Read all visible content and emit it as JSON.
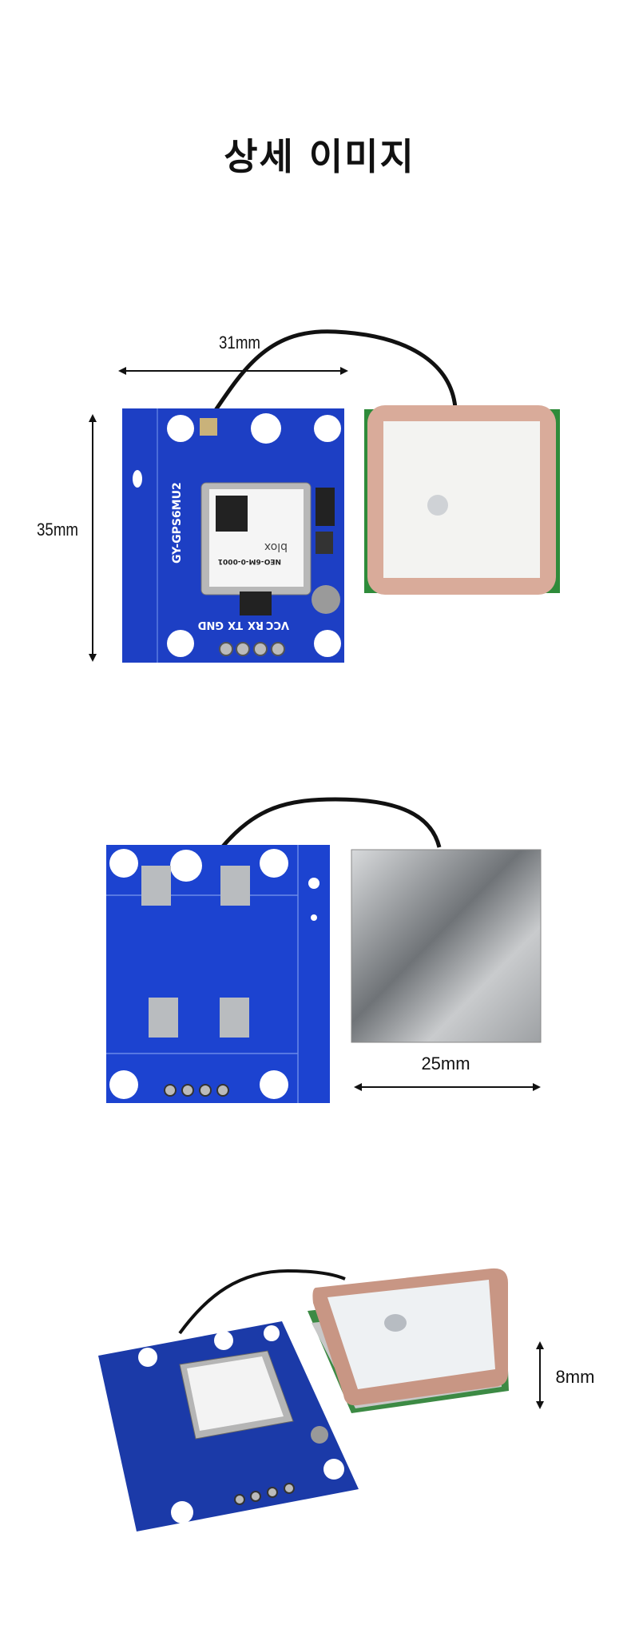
{
  "page": {
    "title": "상세 이미지"
  },
  "colors": {
    "pcb_blue": "#1d3fc4",
    "antenna_copper": "#d9ab9a",
    "antenna_white": "#f3f3f1",
    "shield_silver": "#b9bcbf",
    "cable": "#111111"
  },
  "sections": [
    {
      "name": "front-view",
      "dimensions": {
        "width_label": "31mm",
        "height_label": "35mm"
      },
      "board": {
        "model_label": "GY-GPS6MU2",
        "pin_labels": [
          "VCC",
          "RX",
          "TX",
          "GND"
        ],
        "module_label": "NEO-6M-0-0001",
        "brand": "blox"
      }
    },
    {
      "name": "back-view",
      "dimensions": {
        "width_label": "25mm"
      }
    },
    {
      "name": "angled-view",
      "dimensions": {
        "height_label": "8mm"
      }
    }
  ]
}
